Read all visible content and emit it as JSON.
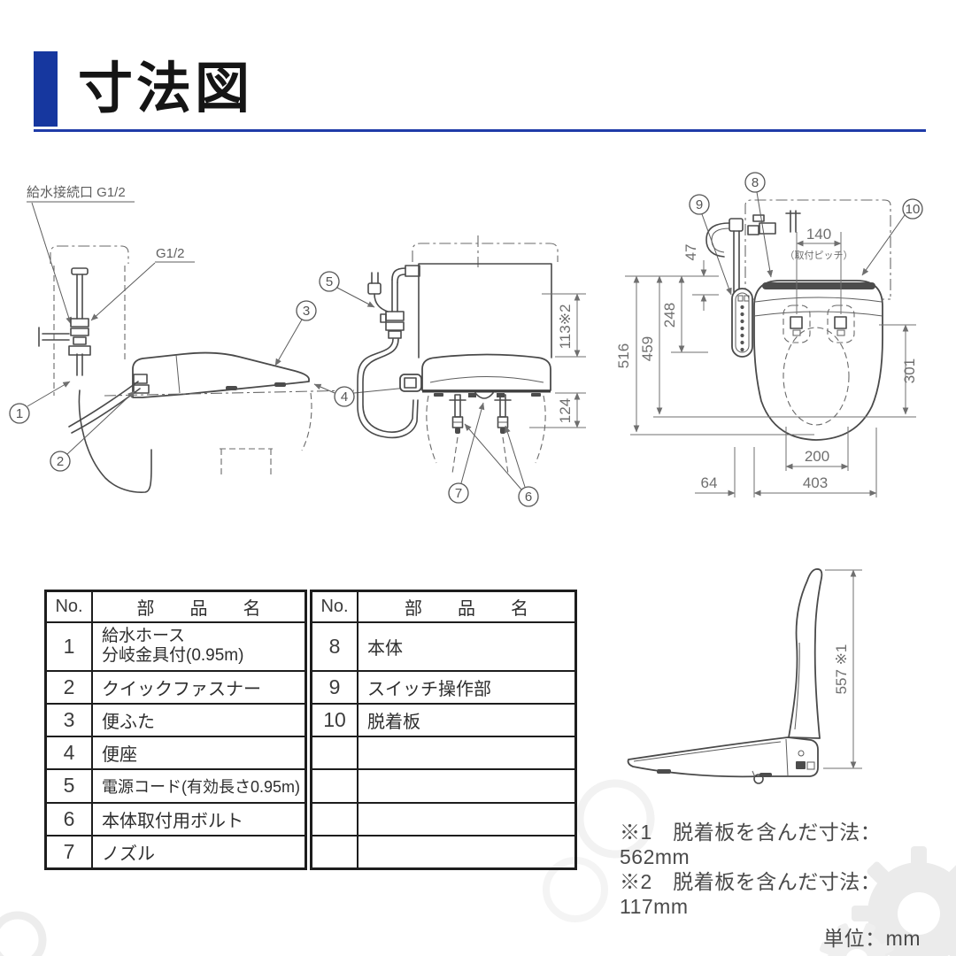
{
  "title": "寸法図",
  "colors": {
    "accent": "#16379f",
    "line": "#4a4a4a",
    "dim_text": "#6f6f6f"
  },
  "labels": {
    "supply_port": "給水接続口 G1/2",
    "g_half": "G1/2",
    "pitch_note": "（取付ピッチ）"
  },
  "dims": {
    "d47": "47",
    "d64": "64",
    "d113": "113※2",
    "d124": "124",
    "d140": "140",
    "d200": "200",
    "d248": "248",
    "d301": "301",
    "d403": "403",
    "d459": "459",
    "d516": "516",
    "d557": "557 ※1"
  },
  "callouts": {
    "c1": "1",
    "c2": "2",
    "c3": "3",
    "c4": "4",
    "c5": "5",
    "c6": "6",
    "c7": "7",
    "c8": "8",
    "c9": "9",
    "c10": "10"
  },
  "parts_table_left": {
    "header_no": "No.",
    "header_name": "部　　品　　名",
    "rows": [
      {
        "no": "1",
        "name": "給水ホース",
        "name2": "分岐金具付(0.95m)"
      },
      {
        "no": "2",
        "name": "クイックファスナー",
        "name2": ""
      },
      {
        "no": "3",
        "name": "便ふた",
        "name2": ""
      },
      {
        "no": "4",
        "name": "便座",
        "name2": ""
      },
      {
        "no": "5",
        "name": "電源コード(有効長さ0.95m)",
        "name2": ""
      },
      {
        "no": "6",
        "name": "本体取付用ボルト",
        "name2": ""
      },
      {
        "no": "7",
        "name": "ノズル",
        "name2": ""
      }
    ]
  },
  "parts_table_right": {
    "header_no": "No.",
    "header_name": "部　　品　　名",
    "rows": [
      {
        "no": "8",
        "name": "本体"
      },
      {
        "no": "9",
        "name": "スイッチ操作部"
      },
      {
        "no": "10",
        "name": "脱着板"
      },
      {
        "no": "",
        "name": ""
      },
      {
        "no": "",
        "name": ""
      },
      {
        "no": "",
        "name": ""
      },
      {
        "no": "",
        "name": ""
      }
    ]
  },
  "notes": {
    "note1": "※1　脱着板を含んだ寸法：562mm",
    "note2": "※2　脱着板を含んだ寸法：117mm",
    "unit": "単位：mm"
  }
}
